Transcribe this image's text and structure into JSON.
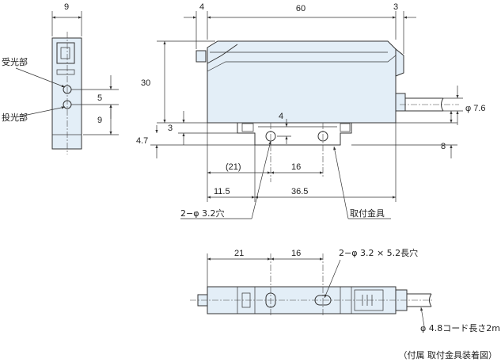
{
  "side_view": {
    "dim_width": "9",
    "label_receiver": "受光部",
    "label_emitter": "投光部",
    "dim_spacing": "5",
    "dim_lower": "9"
  },
  "front_view": {
    "dim_top_left": "4",
    "dim_length": "60",
    "dim_top_right": "3",
    "dim_height": "30",
    "dim_bracket_height": "3",
    "dim_bracket_offset": "4.7",
    "dim_hole_depth": "4",
    "dim_cord_diameter": "φ 7.6",
    "dim_cord_height": "8",
    "dim_ref_21": "(21)",
    "dim_hole_pitch": "16",
    "dim_11_5": "11.5",
    "dim_36_5": "36.5",
    "label_holes": "2−φ 3.2穴",
    "label_bracket": "取付金具"
  },
  "bottom_view": {
    "dim_21": "21",
    "dim_16": "16",
    "label_slots": "2−φ 3.2 × 5.2長穴",
    "label_cord": "φ 4.8コード長さ2m"
  },
  "caption": "（付属 取付金具装着図）",
  "colors": {
    "body_fill": "#e3eef7",
    "line": "#333333"
  }
}
